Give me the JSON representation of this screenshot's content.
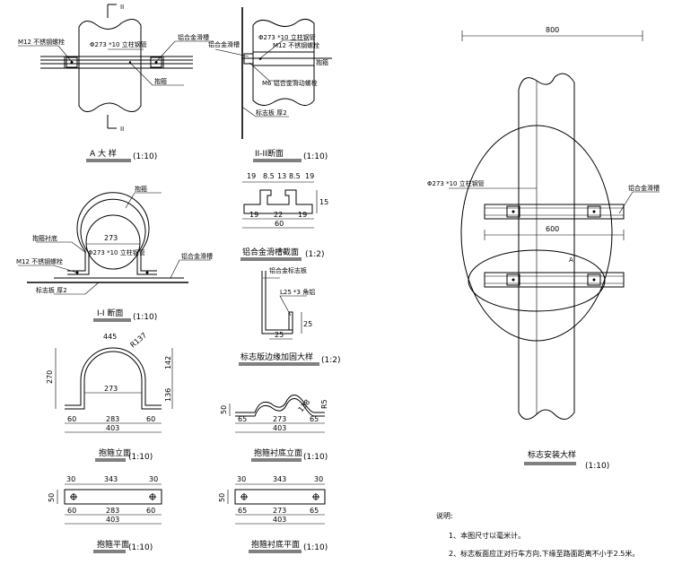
{
  "views": {
    "detail_a": {
      "title": "A 大 样",
      "scale": "(1:10)",
      "section_mark": "II",
      "labels": {
        "bolt": "M12 不锈钢螺栓",
        "rail": "铝合金滑槽",
        "pipe": "Φ273 *10 立柱钢管",
        "hoop": "抱箍"
      }
    },
    "section_ii": {
      "title": "II-II断面",
      "scale": "(1:10)",
      "labels": {
        "rail": "铝合金滑槽",
        "pipe": "Φ273 *10 立柱钢管",
        "bolt": "M12 不锈钢螺栓",
        "nut": "M6 铝合金滑动螺栓",
        "plate": "标志板 厚2",
        "hoop": "抱箍"
      }
    },
    "section_i": {
      "title": "I-I 断面",
      "scale": "(1:10)",
      "labels": {
        "hoop": "抱箍",
        "liner": "抱箍衬底",
        "bolt": "M12 不锈钢螺栓",
        "rail": "铝合金滑槽",
        "plate": "标志板 厚2",
        "pipe": "Φ273 *10 立柱钢管"
      },
      "dims": {
        "dia": "273"
      }
    },
    "rail_section": {
      "title": "铝合金滑槽截面",
      "scale": "(1:2)",
      "dims": {
        "top": [
          "19",
          "8.5",
          "13",
          "8.5",
          "19"
        ],
        "bottom": [
          "19",
          "22",
          "19"
        ],
        "total": "60",
        "height": "15"
      }
    },
    "edge_detail": {
      "title": "标志版边缘加固大样",
      "scale": "(1:2)",
      "labels": {
        "plate": "铝合金标志板",
        "angle": "L25 *3 角铝"
      },
      "dims": {
        "w": "25",
        "h": "25"
      }
    },
    "hoop_elev": {
      "title": "抱箍立面",
      "scale": "(1:10)",
      "dims": {
        "arc": "445",
        "radius": "R137",
        "inner": "273",
        "height": "270",
        "upper": "142",
        "lower": "136",
        "bottom": [
          "60",
          "283",
          "60"
        ],
        "total": "403"
      }
    },
    "liner_elev": {
      "title": "抱箍衬底立面",
      "scale": "(1:10)",
      "dims": {
        "height": "50",
        "bottom": [
          "65",
          "273",
          "65"
        ],
        "total": "403",
        "angle": "R5",
        "chord": "138"
      }
    },
    "hoop_plan": {
      "title": "抱箍平面",
      "scale": "(1:10)",
      "dims": {
        "top": [
          "30",
          "343",
          "30"
        ],
        "height": "50",
        "bottom": [
          "60",
          "283",
          "60"
        ],
        "total": "403"
      }
    },
    "liner_plan": {
      "title": "抱箍衬底平面",
      "scale": "(1:10)",
      "dims": {
        "top": [
          "30",
          "343",
          "30"
        ],
        "height": "50",
        "bottom": [
          "65",
          "273",
          "65"
        ],
        "total": "403"
      }
    },
    "install": {
      "title": "标志安装大样",
      "scale": "(1:10)",
      "labels": {
        "pipe": "Φ273 *10 立柱钢管",
        "rail": "铝合金滑槽",
        "a": "A"
      },
      "dims": {
        "top": "800",
        "mid": "600"
      }
    }
  },
  "notes": {
    "heading": "说明:",
    "items": [
      "1、本图尺寸以毫米计。",
      "2、标志板面应正对行车方向,下缘至路面距离不小于2.5米。"
    ]
  }
}
